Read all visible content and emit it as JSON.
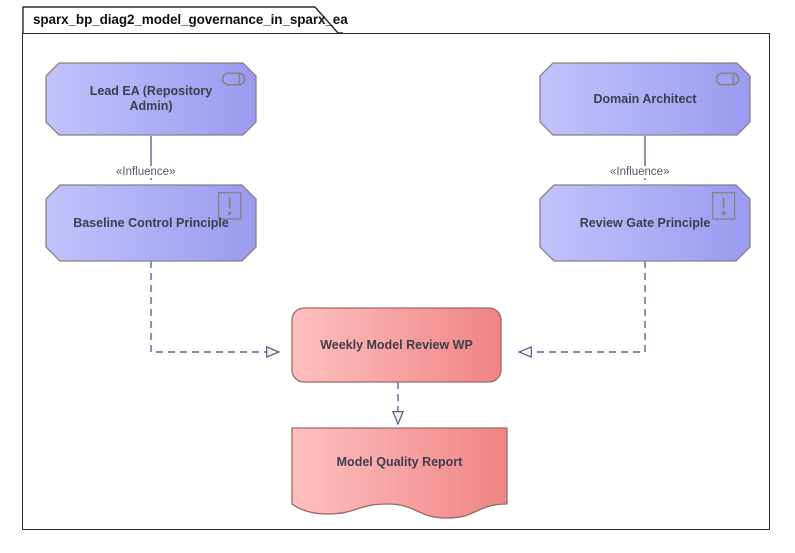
{
  "diagram": {
    "tab_title": "sparx_bp_diag2_model_governance_in_sparx_ea",
    "colors": {
      "motivation_fill_light": "#c2c2fb",
      "motivation_fill_dark": "#9a9af0",
      "motivation_stroke": "#8b7f85",
      "business_fill_light": "#ffc0c0",
      "business_fill_dark": "#ef8484",
      "business_stroke": "#9a6a6a",
      "connector_stroke": "#5b6191",
      "arrow_fill": "#f6efee",
      "frame_stroke": "#2b2b2b",
      "label_text": "#3d3d4f"
    }
  },
  "nodes": [
    {
      "id": "lead-ea",
      "label": "Lead EA (Repository Admin)",
      "icon": "business-role-icon",
      "shape": "octagon",
      "type": "motivation-stakeholder"
    },
    {
      "id": "domain-architect",
      "label": "Domain Architect",
      "icon": "business-role-icon",
      "shape": "octagon",
      "type": "motivation-stakeholder"
    },
    {
      "id": "baseline-control-principle",
      "label": "Baseline Control Principle",
      "icon": "principle-icon",
      "shape": "octagon",
      "type": "motivation-principle"
    },
    {
      "id": "review-gate-principle",
      "label": "Review Gate Principle",
      "icon": "principle-icon",
      "shape": "octagon",
      "type": "motivation-principle"
    },
    {
      "id": "weekly-model-review-wp",
      "label": "Weekly Model Review WP",
      "icon": "none",
      "shape": "rounded-rect",
      "type": "business-workpackage"
    },
    {
      "id": "model-quality-report",
      "label": "Model Quality Report",
      "icon": "none",
      "shape": "deliverable",
      "type": "business-deliverable"
    }
  ],
  "edges": [
    {
      "id": "lead-ea-to-baseline",
      "label": "«Influence»",
      "style": "solid",
      "arrow": "none",
      "from": "lead-ea",
      "to": "baseline-control-principle"
    },
    {
      "id": "domain-architect-to-review-gate",
      "label": "«Influence»",
      "style": "solid",
      "arrow": "none",
      "from": "domain-architect",
      "to": "review-gate-principle"
    },
    {
      "id": "baseline-to-wp",
      "label": "",
      "style": "dashed",
      "arrow": "hollow-triangle",
      "from": "baseline-control-principle",
      "to": "weekly-model-review-wp"
    },
    {
      "id": "review-gate-to-wp",
      "label": "",
      "style": "dashed",
      "arrow": "hollow-triangle",
      "from": "review-gate-principle",
      "to": "weekly-model-review-wp"
    },
    {
      "id": "wp-to-report",
      "label": "",
      "style": "dashed",
      "arrow": "hollow-triangle",
      "from": "weekly-model-review-wp",
      "to": "model-quality-report"
    }
  ]
}
